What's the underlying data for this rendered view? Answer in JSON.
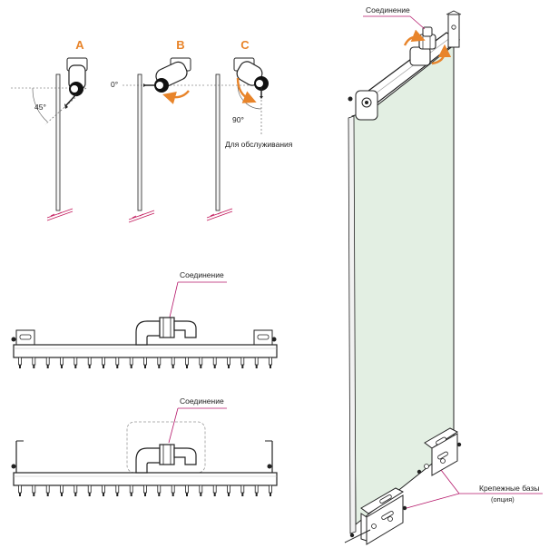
{
  "colors": {
    "accent": "#E8842A",
    "leader": "#B5176A",
    "outline": "#222222",
    "panel": "#E3EFE3",
    "hatch": "#C2185B"
  },
  "views": [
    {
      "letter": "A",
      "angle": "45°"
    },
    {
      "letter": "B",
      "angle": "0°"
    },
    {
      "letter": "C",
      "angle": "90°",
      "note": "Для обслуживания"
    }
  ],
  "labels": {
    "connection": "Соединение",
    "mounting_bases": "Крепежные базы",
    "option": "(опция)"
  },
  "icons": [
    "rotation-arrow-icon",
    "hatch-floor-icon"
  ]
}
